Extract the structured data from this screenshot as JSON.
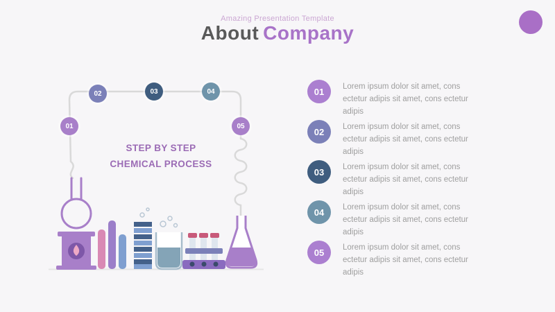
{
  "header": {
    "kicker": "Amazing Presentation Template",
    "title_primary": "About",
    "title_accent": "Company"
  },
  "diagram": {
    "caption_line1": "STEP BY STEP",
    "caption_line2": "CHEMICAL PROCESS",
    "nodes": [
      {
        "label": "01",
        "color": "#a87fc9"
      },
      {
        "label": "02",
        "color": "#7b80b8"
      },
      {
        "label": "03",
        "color": "#3f5d7f"
      },
      {
        "label": "04",
        "color": "#6f94aa"
      },
      {
        "label": "05",
        "color": "#a87fc9"
      }
    ]
  },
  "list": {
    "items": [
      {
        "number": "01",
        "color": "#ab7fd0",
        "text": "Lorem ipsum dolor sit amet, cons ectetur adipis sit amet, cons ectetur adipis"
      },
      {
        "number": "02",
        "color": "#7b80b8",
        "text": "Lorem ipsum dolor sit amet, cons ectetur adipis sit amet, cons ectetur adipis"
      },
      {
        "number": "03",
        "color": "#3f5d7f",
        "text": "Lorem ipsum dolor sit amet, cons ectetur adipis sit amet, cons ectetur adipis"
      },
      {
        "number": "04",
        "color": "#6f94aa",
        "text": "Lorem ipsum dolor sit amet, cons ectetur adipis sit amet, cons ectetur adipis"
      },
      {
        "number": "05",
        "color": "#ab7fd0",
        "text": "Lorem ipsum dolor sit amet, cons ectetur adipis sit amet, cons ectetur adipis"
      }
    ]
  },
  "colors": {
    "background": "#f7f6f8",
    "title_primary": "#595959",
    "title_accent": "#a873c8",
    "kicker": "#cba7d3",
    "caption": "#9b6bb5",
    "body_text": "#9e9e9e",
    "corner_circle": "#a96fc6",
    "tube_line": "#d9d9d9"
  }
}
